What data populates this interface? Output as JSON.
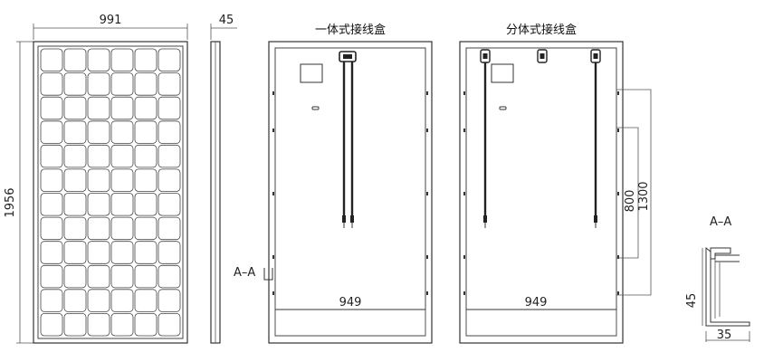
{
  "front_view": {
    "width_label": "991",
    "height_label": "1956",
    "rows": 12,
    "cols": 6
  },
  "side_view": {
    "thickness_label": "45"
  },
  "integrated_back": {
    "title": "一体式接线盒",
    "dim_label": "949",
    "section_mark": "A–A"
  },
  "split_back": {
    "title": "分体式接线盒",
    "dim_label": "949",
    "cable_short_label": "800",
    "cable_long_label": "1300"
  },
  "section_detail": {
    "title": "A–A",
    "height_label": "45",
    "width_label": "35"
  }
}
